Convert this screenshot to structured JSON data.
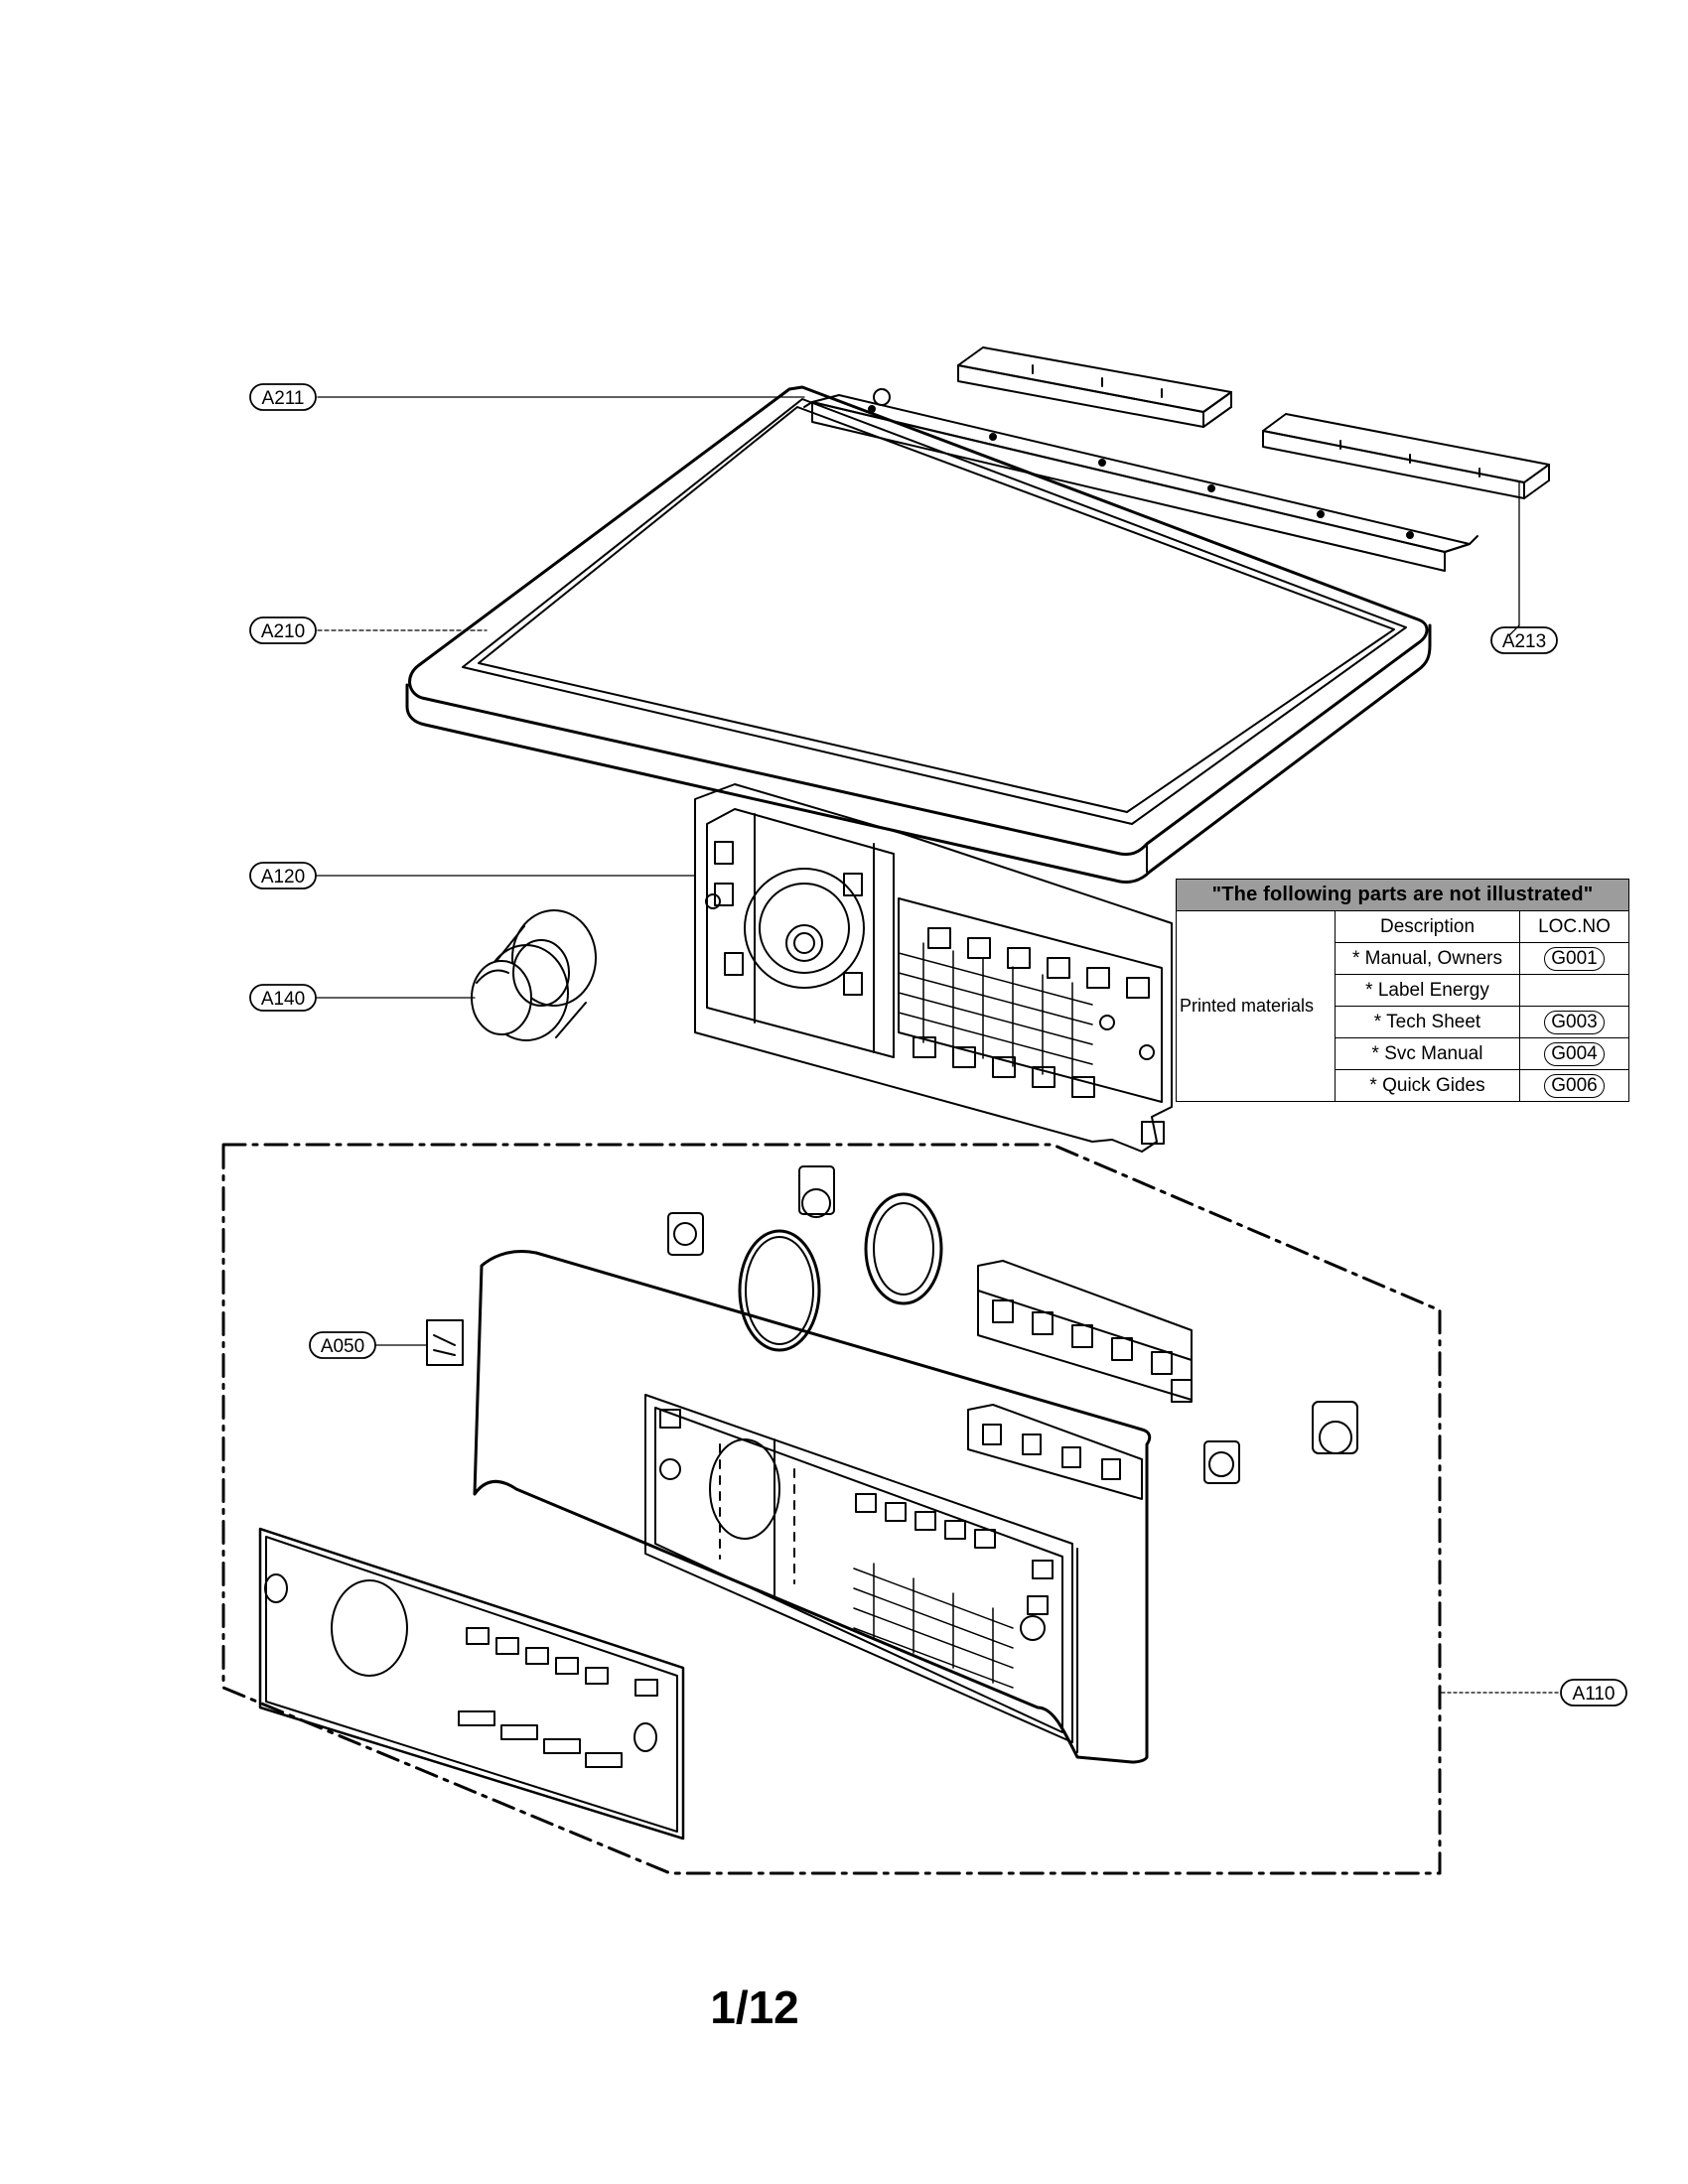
{
  "callouts": {
    "a211": "A211",
    "a210": "A210",
    "a213": "A213",
    "a120": "A120",
    "a140": "A140",
    "a050": "A050",
    "a110": "A110"
  },
  "notice": {
    "title": "\"The following parts are not illustrated\"",
    "col_description": "Description",
    "col_locno": "LOC.NO",
    "group_label": "Printed materials",
    "rows": [
      {
        "desc": "* Manual, Owners",
        "loc": "G001"
      },
      {
        "desc": "* Label Energy",
        "loc": ""
      },
      {
        "desc": "* Tech Sheet",
        "loc": "G003"
      },
      {
        "desc": "* Svc Manual",
        "loc": "G004"
      },
      {
        "desc": "* Quick Gides",
        "loc": "G006"
      }
    ]
  },
  "page_number": "1/12"
}
